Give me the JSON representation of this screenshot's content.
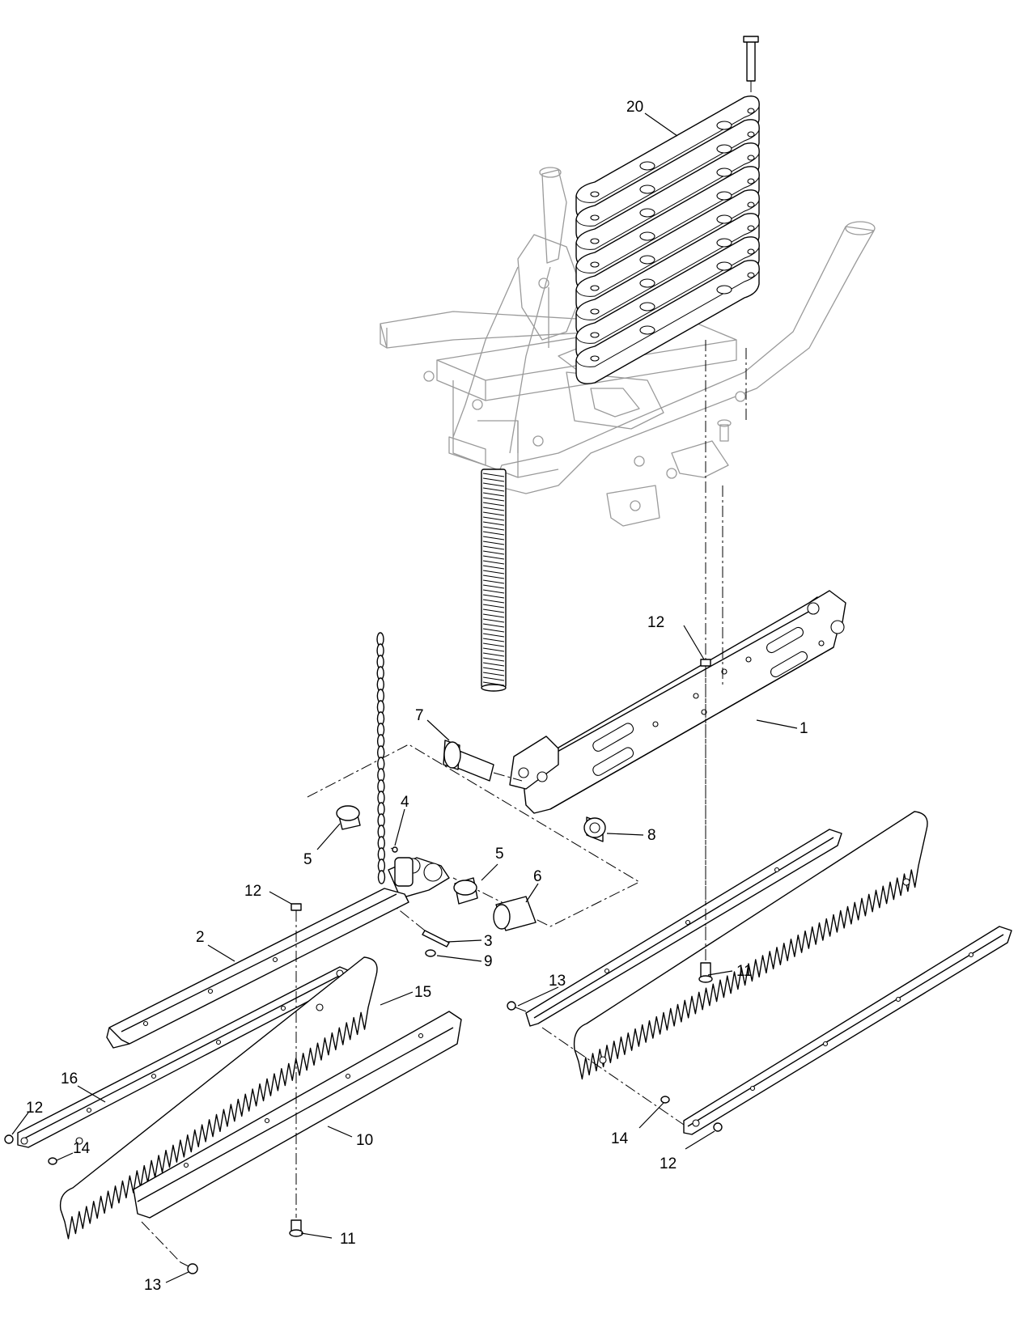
{
  "callouts": [
    {
      "id": "c20",
      "label": "20"
    },
    {
      "id": "c12a",
      "label": "12"
    },
    {
      "id": "c7",
      "label": "7"
    },
    {
      "id": "c1",
      "label": "1"
    },
    {
      "id": "c4",
      "label": "4"
    },
    {
      "id": "c5a",
      "label": "5"
    },
    {
      "id": "c5b",
      "label": "5"
    },
    {
      "id": "c6",
      "label": "6"
    },
    {
      "id": "c8",
      "label": "8"
    },
    {
      "id": "c12b",
      "label": "12"
    },
    {
      "id": "c2",
      "label": "2"
    },
    {
      "id": "c3",
      "label": "3"
    },
    {
      "id": "c9",
      "label": "9"
    },
    {
      "id": "c11a",
      "label": "11"
    },
    {
      "id": "c15",
      "label": "15"
    },
    {
      "id": "c13a",
      "label": "13"
    },
    {
      "id": "c16",
      "label": "16"
    },
    {
      "id": "c12c",
      "label": "12"
    },
    {
      "id": "c14a",
      "label": "14"
    },
    {
      "id": "c10",
      "label": "10"
    },
    {
      "id": "c11b",
      "label": "11"
    },
    {
      "id": "c14b",
      "label": "14"
    },
    {
      "id": "c12d",
      "label": "12"
    },
    {
      "id": "c13b",
      "label": "13"
    }
  ]
}
